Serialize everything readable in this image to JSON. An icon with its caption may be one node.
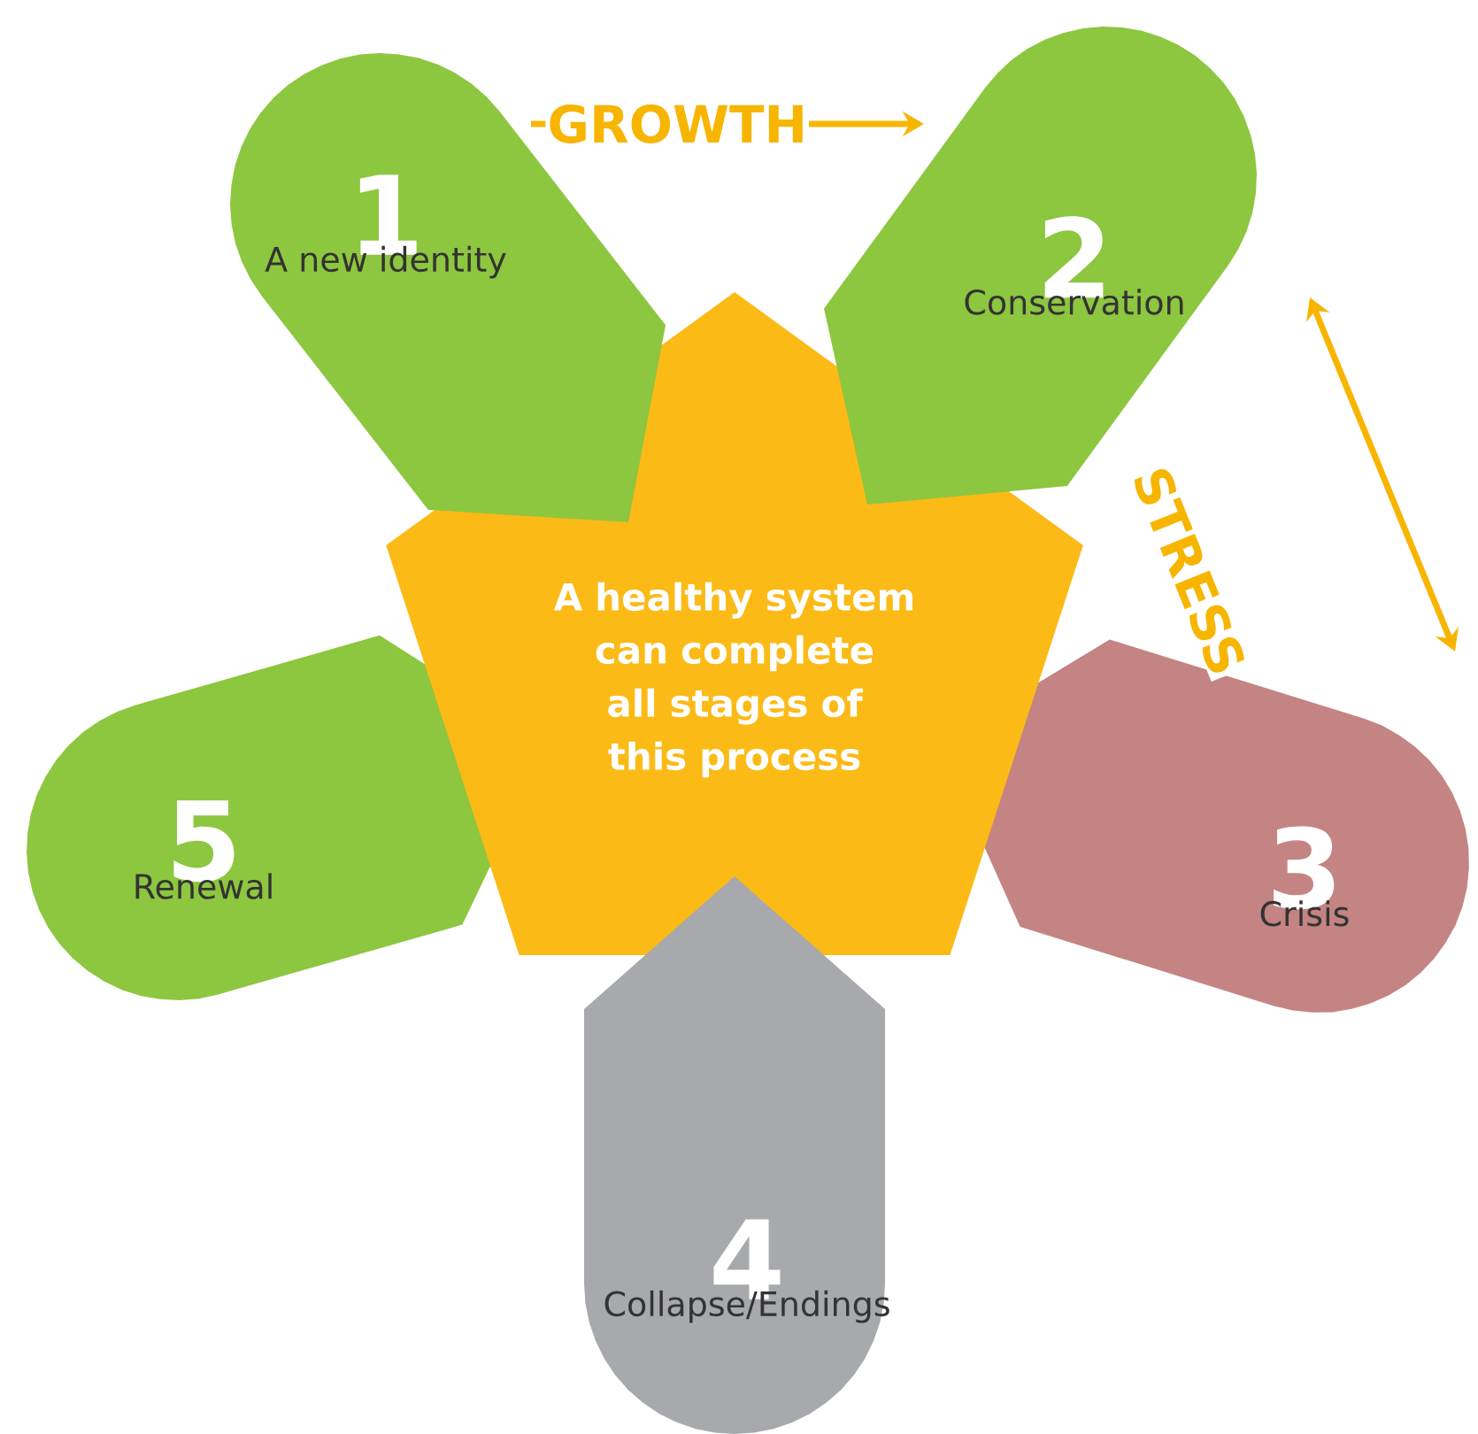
{
  "diagram": {
    "nodes": [
      {
        "text": [
          "A healthy system can complete all stages of this process"
        ]
      },
      {
        "text": [
          "1",
          "A new identity"
        ]
      },
      {
        "text": [
          "2",
          "Conservation"
        ]
      },
      {
        "text": [
          "3",
          "Crisis"
        ]
      },
      {
        "text": [
          "4",
          "Collapse/Endings"
        ]
      },
      {
        "text": [
          "5",
          "Renewal"
        ]
      }
    ],
    "edges": [
      {
        "from": 1,
        "to": 2,
        "arrow": "to",
        "label": "GROWTH"
      },
      {
        "from": 2,
        "to": 3,
        "arrow": "both",
        "label": "STRESS"
      }
    ]
  }
}
